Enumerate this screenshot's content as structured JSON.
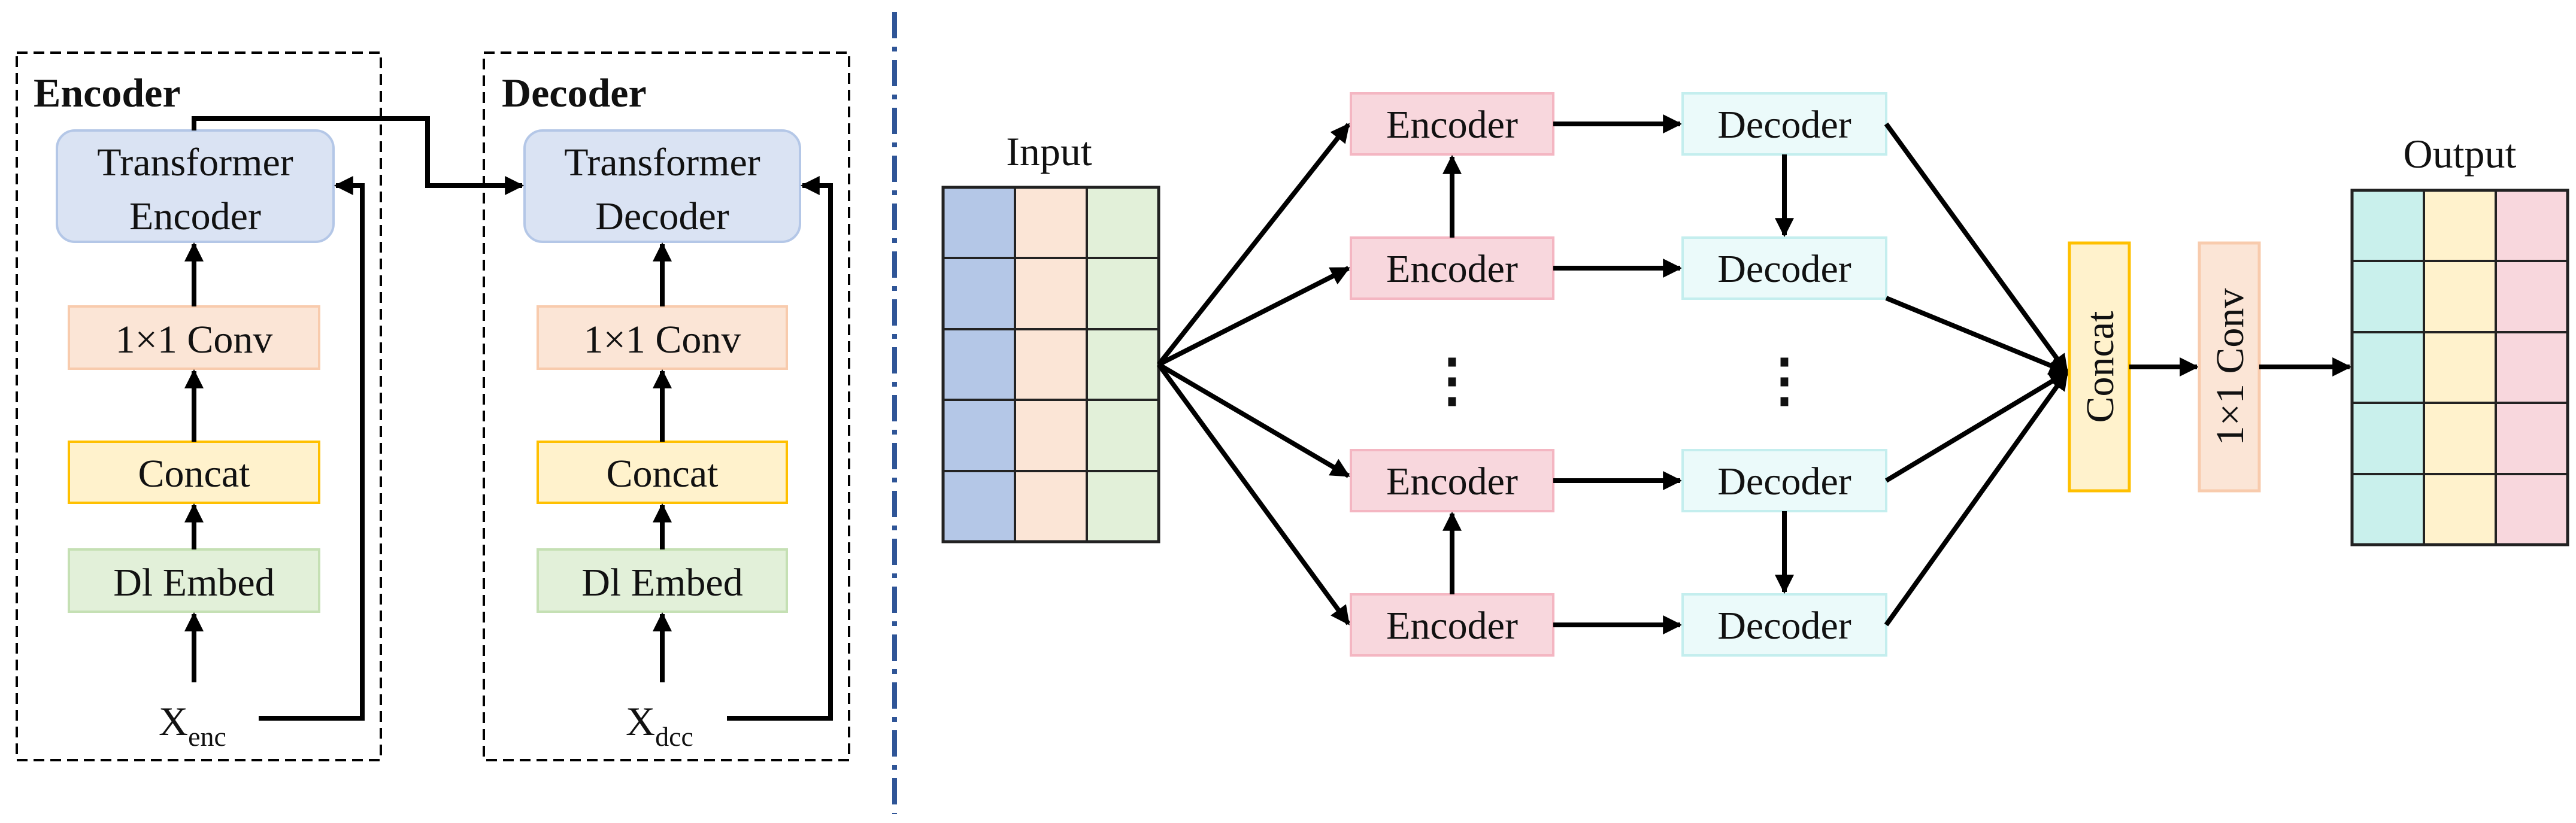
{
  "left": {
    "encoder": {
      "title": "Encoder",
      "transformer_line1": "Transformer",
      "transformer_line2": "Encoder",
      "conv": "1×1 Conv",
      "concat": "Concat",
      "embed": "Dl Embed",
      "input_main": "X",
      "input_sub": "enc"
    },
    "decoder": {
      "title": "Decoder",
      "transformer_line1": "Transformer",
      "transformer_line2": "Decoder",
      "conv": "1×1 Conv",
      "concat": "Concat",
      "embed": "Dl Embed",
      "input_main": "X",
      "input_sub": "dcc"
    }
  },
  "right": {
    "input_label": "Input",
    "output_label": "Output",
    "encoder_label": "Encoder",
    "decoder_label": "Decoder",
    "ellipsis": "⋮",
    "concat": "Concat",
    "conv": "1×1 Conv"
  },
  "colors": {
    "transformer": "#dae3f3",
    "transformer_border": "#b4c7e7",
    "conv": "#fbe5d6",
    "conv_border": "#f8cbad",
    "concat": "#fff2cc",
    "concat_border": "#ffc000",
    "embed": "#e2f0d9",
    "embed_border": "#c5e0b4",
    "encoder": "#f8d7dd",
    "encoder_border": "#f4b6c2",
    "decoder": "#ebfafa",
    "decoder_border": "#c4eeee",
    "input_col1": "#b4c7e7",
    "input_col2": "#fbe5d6",
    "input_col3": "#e2f0d9",
    "output_col1": "#c9f0ec",
    "output_col2": "#fff2cc",
    "output_col3": "#f8d7dd",
    "separator": "#2f5597"
  }
}
